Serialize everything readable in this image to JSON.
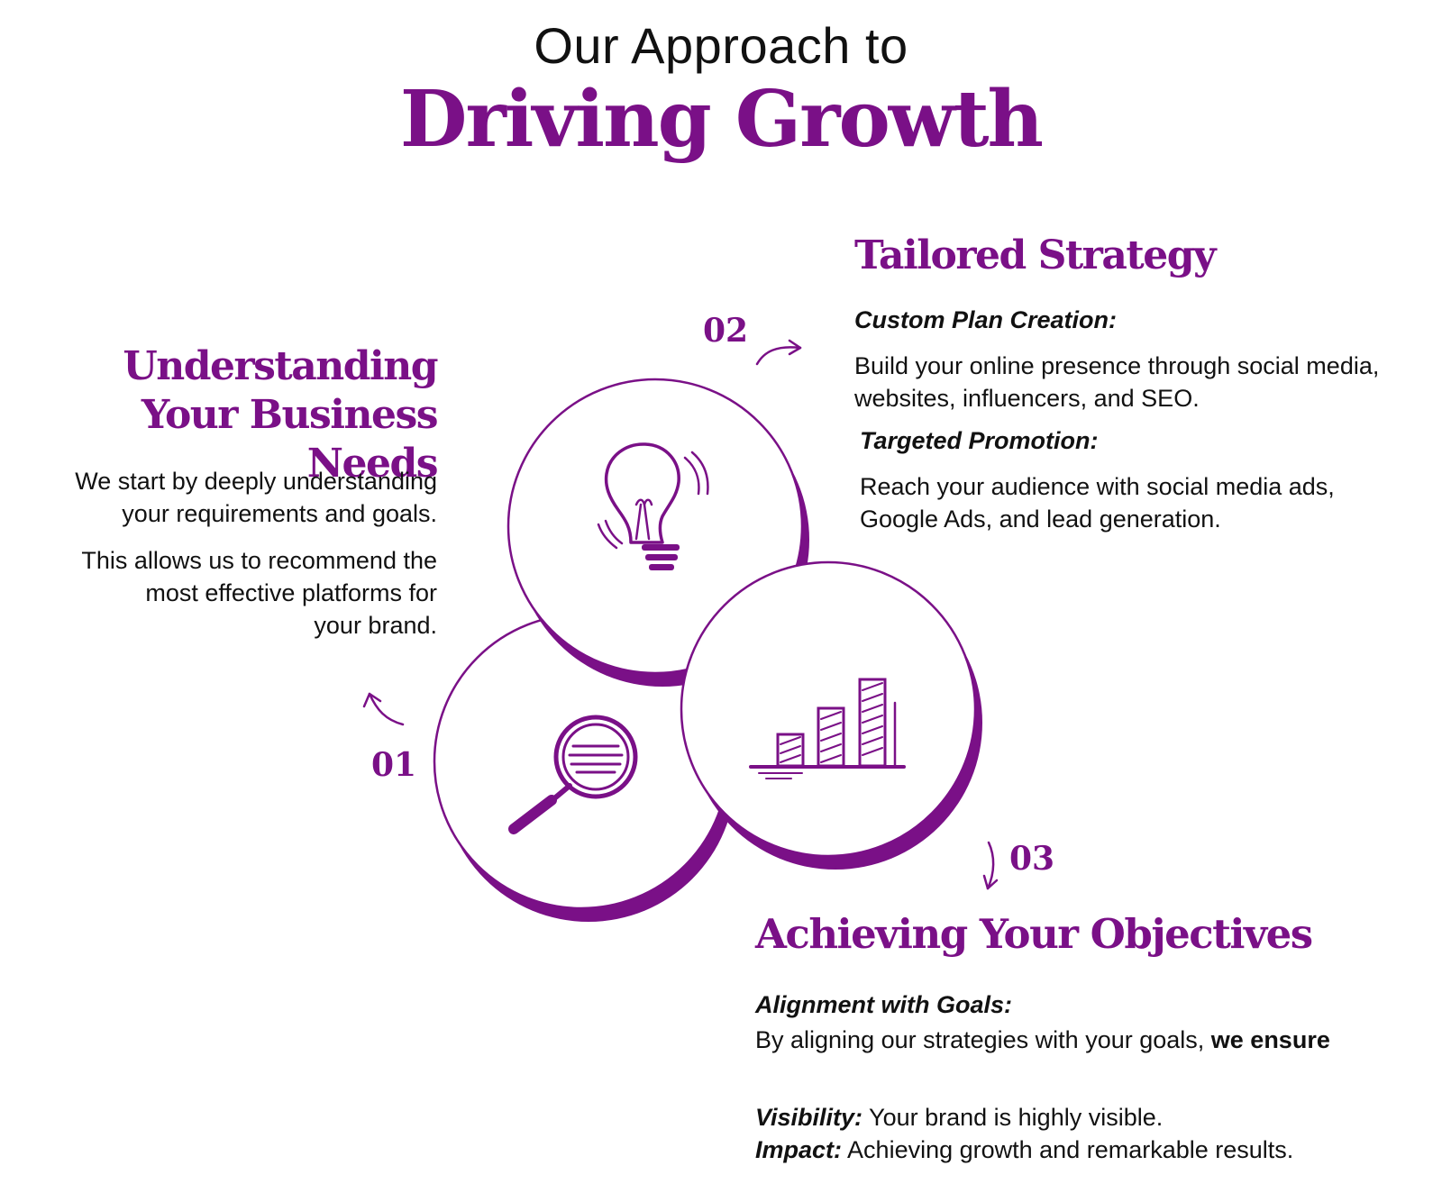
{
  "header": {
    "intro": "Our Approach to",
    "title": "Driving Growth"
  },
  "colors": {
    "accent": "#7a1087",
    "text": "#111111",
    "background": "#ffffff"
  },
  "steps": [
    {
      "number": "01",
      "icon": "magnifying-glass-icon",
      "title_line1": "Understanding",
      "title_line2": "Your Business Needs",
      "paragraph1_line1": "We start by deeply understanding",
      "paragraph1_line2": "your requirements and goals.",
      "paragraph2_line1": "This allows us to recommend the",
      "paragraph2_line2": "most effective platforms for",
      "paragraph2_line3": "your brand."
    },
    {
      "number": "02",
      "icon": "lightbulb-icon",
      "title": "Tailored Strategy",
      "item1_label": "Custom Plan Creation:",
      "item1_line1": "Build your online presence through social media,",
      "item1_line2": "websites, influencers, and SEO.",
      "item2_label": "Targeted Promotion:",
      "item2_line1": "Reach your audience with social media ads,",
      "item2_line2": "Google Ads, and lead generation."
    },
    {
      "number": "03",
      "icon": "bar-chart-icon",
      "title": "Achieving Your Objectives",
      "alignment_label": "Alignment with Goals:",
      "alignment_text": "By aligning our strategies with your goals,",
      "alignment_bold": "we ensure",
      "visibility_label": "Visibility:",
      "visibility_text": "Your brand is highly visible.",
      "impact_label": "Impact:",
      "impact_text": "Achieving growth and remarkable results."
    }
  ]
}
